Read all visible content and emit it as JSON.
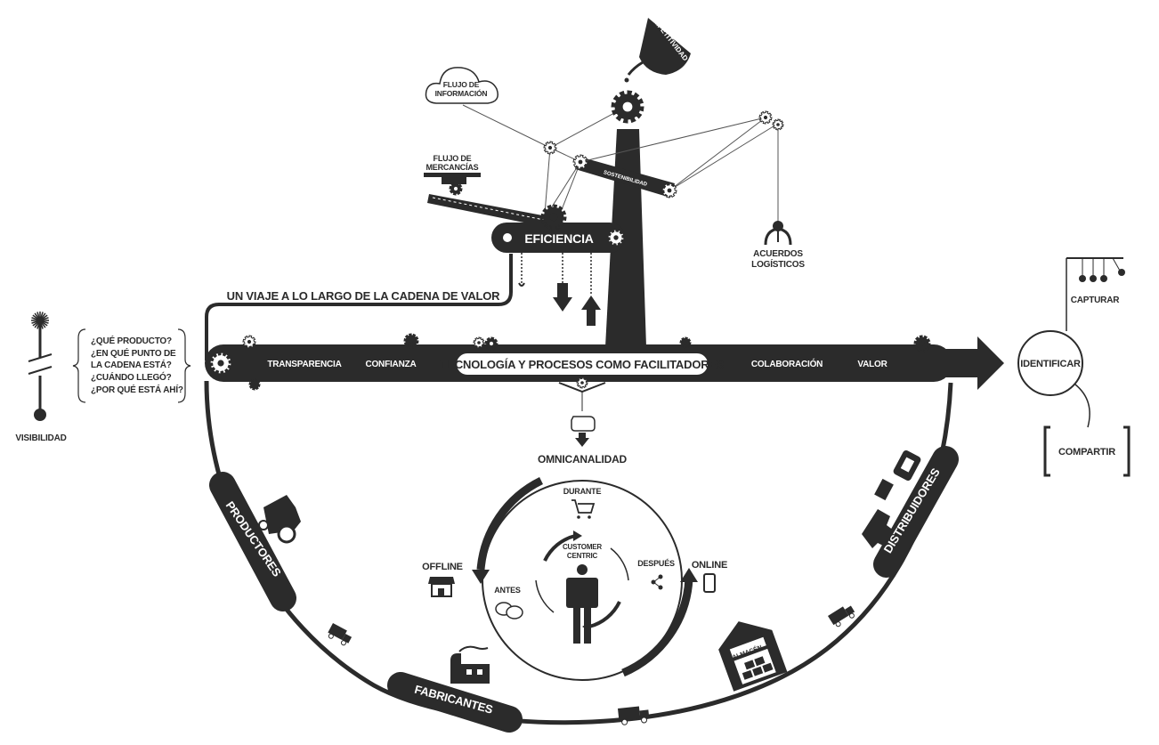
{
  "colors": {
    "ink": "#2b2b2b",
    "paper": "#ffffff",
    "line": "#6a6a6a"
  },
  "top": {
    "competitividad": "COMPETITIVIDAD",
    "flujo_info": [
      "FLUJO DE",
      "INFORMACIÓN"
    ],
    "flujo_merc": [
      "FLUJO DE",
      "MERCANCÍAS"
    ],
    "eficiencia": "EFICIENCIA",
    "arm_label": "SOSTENIBILIDAD",
    "acuerdos": [
      "ACUERDOS",
      "LOGÍSTICOS"
    ]
  },
  "viaje": "UN VIAJE A LO LARGO DE LA CADENA DE VALOR",
  "bar": {
    "transparencia": "TRANSPARENCIA",
    "confianza": "CONFIANZA",
    "facilitadores": "TECNOLOGÍA Y PROCESOS COMO FACILITADORES",
    "colaboracion": "COLABORACIÓN",
    "valor": "VALOR"
  },
  "visibilidad": {
    "label": "VISIBILIDAD",
    "questions": [
      "¿QUÉ PRODUCTO?",
      "¿EN QUÉ PUNTO DE",
      "LA CADENA ESTÁ?",
      "¿CUÁNDO LLEGÓ?",
      "¿POR QUÉ ESTÁ AHÍ?"
    ]
  },
  "right": {
    "capturar": "CAPTURAR",
    "identificar": "IDENTIFICAR",
    "compartir": "COMPARTIR"
  },
  "omni": {
    "title": "OMNICANALIDAD",
    "durante": "DURANTE",
    "offline": "OFFLINE",
    "online": "ONLINE",
    "antes": "ANTES",
    "despues": "DESPUÉS",
    "customer": [
      "CUSTOMER",
      "CENTRIC"
    ]
  },
  "chain": {
    "productores": "PRODUCTORES",
    "fabricantes": "FABRICANTES",
    "distribuidores": "DISTRIBUIDORES",
    "almacen": "ALMACÉN"
  },
  "icons": [
    "cloud-icon",
    "funnel-icon",
    "gear-icon",
    "claw-icon",
    "tractor-icon",
    "truck-icon",
    "factory-icon",
    "warehouse-icon",
    "cart-icon",
    "store-icon",
    "phone-icon",
    "share-icon",
    "chat-icon",
    "person-icon",
    "pointing-hand-icon",
    "newton-cradle-icon",
    "dandelion-icon"
  ]
}
